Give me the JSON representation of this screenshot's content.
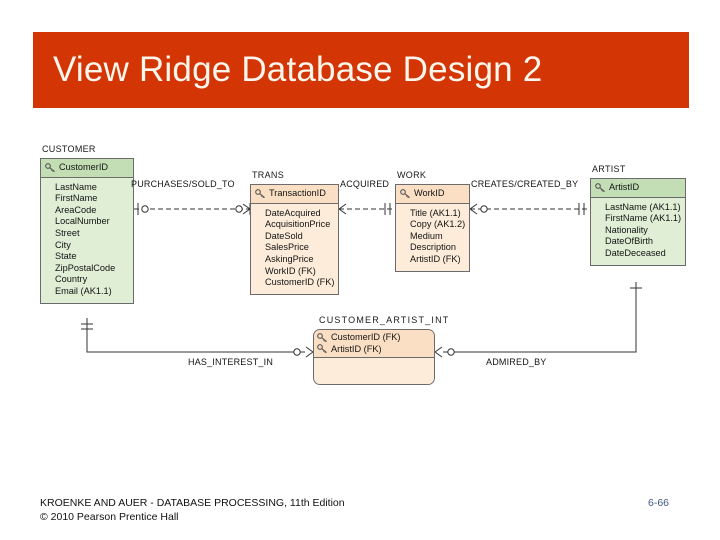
{
  "slide": {
    "title": "View Ridge Database Design 2",
    "banner_color": "#d33505",
    "title_color": "#fdf6ec"
  },
  "footer": {
    "line1": "KROENKE AND AUER - DATABASE PROCESSING, 11th Edition",
    "line2": "© 2010 Pearson Prentice Hall",
    "page_number": "6-66",
    "page_number_color": "#3d5a80"
  },
  "diagram": {
    "type": "entity-relationship-diagram",
    "entities": [
      {
        "name": "CUSTOMER",
        "theme": "green",
        "key_attributes": [
          "CustomerID"
        ],
        "attributes": [
          "LastName",
          "FirstName",
          "AreaCode",
          "LocalNumber",
          "Street",
          "City",
          "State",
          "ZipPostalCode",
          "Country",
          "Email (AK1.1)"
        ]
      },
      {
        "name": "TRANS",
        "theme": "peach",
        "key_attributes": [
          "TransactionID"
        ],
        "attributes": [
          "DateAcquired",
          "AcquisitionPrice",
          "DateSold",
          "SalesPrice",
          "AskingPrice",
          "WorkID (FK)",
          "CustomerID (FK)"
        ]
      },
      {
        "name": "WORK",
        "theme": "peach",
        "key_attributes": [
          "WorkID"
        ],
        "attributes": [
          "Title (AK1.1)",
          "Copy (AK1.2)",
          "Medium",
          "Description",
          "ArtistID (FK)"
        ]
      },
      {
        "name": "ARTIST",
        "theme": "green",
        "key_attributes": [
          "ArtistID"
        ],
        "attributes": [
          "LastName (AK1.1)",
          "FirstName (AK1.1)",
          "Nationality",
          "DateOfBirth",
          "DateDeceased"
        ]
      },
      {
        "name": "CUSTOMER_ARTIST_INT",
        "theme": "peach",
        "key_attributes": [
          "CustomerID (FK)",
          "ArtistID (FK)"
        ],
        "attributes": []
      }
    ],
    "relationships": [
      {
        "label": "PURCHASES/SOLD_TO",
        "from": "CUSTOMER",
        "to": "TRANS",
        "line": "dashed"
      },
      {
        "label": "ACQUIRED",
        "from": "TRANS",
        "to": "WORK",
        "line": "dashed"
      },
      {
        "label": "CREATES/CREATED_BY",
        "from": "WORK",
        "to": "ARTIST",
        "line": "dashed"
      },
      {
        "label": "HAS_INTEREST_IN",
        "from": "CUSTOMER",
        "to": "CUSTOMER_ARTIST_INT",
        "line": "solid"
      },
      {
        "label": "ADMIRED_BY",
        "from": "ARTIST",
        "to": "CUSTOMER_ARTIST_INT",
        "line": "solid"
      }
    ]
  }
}
